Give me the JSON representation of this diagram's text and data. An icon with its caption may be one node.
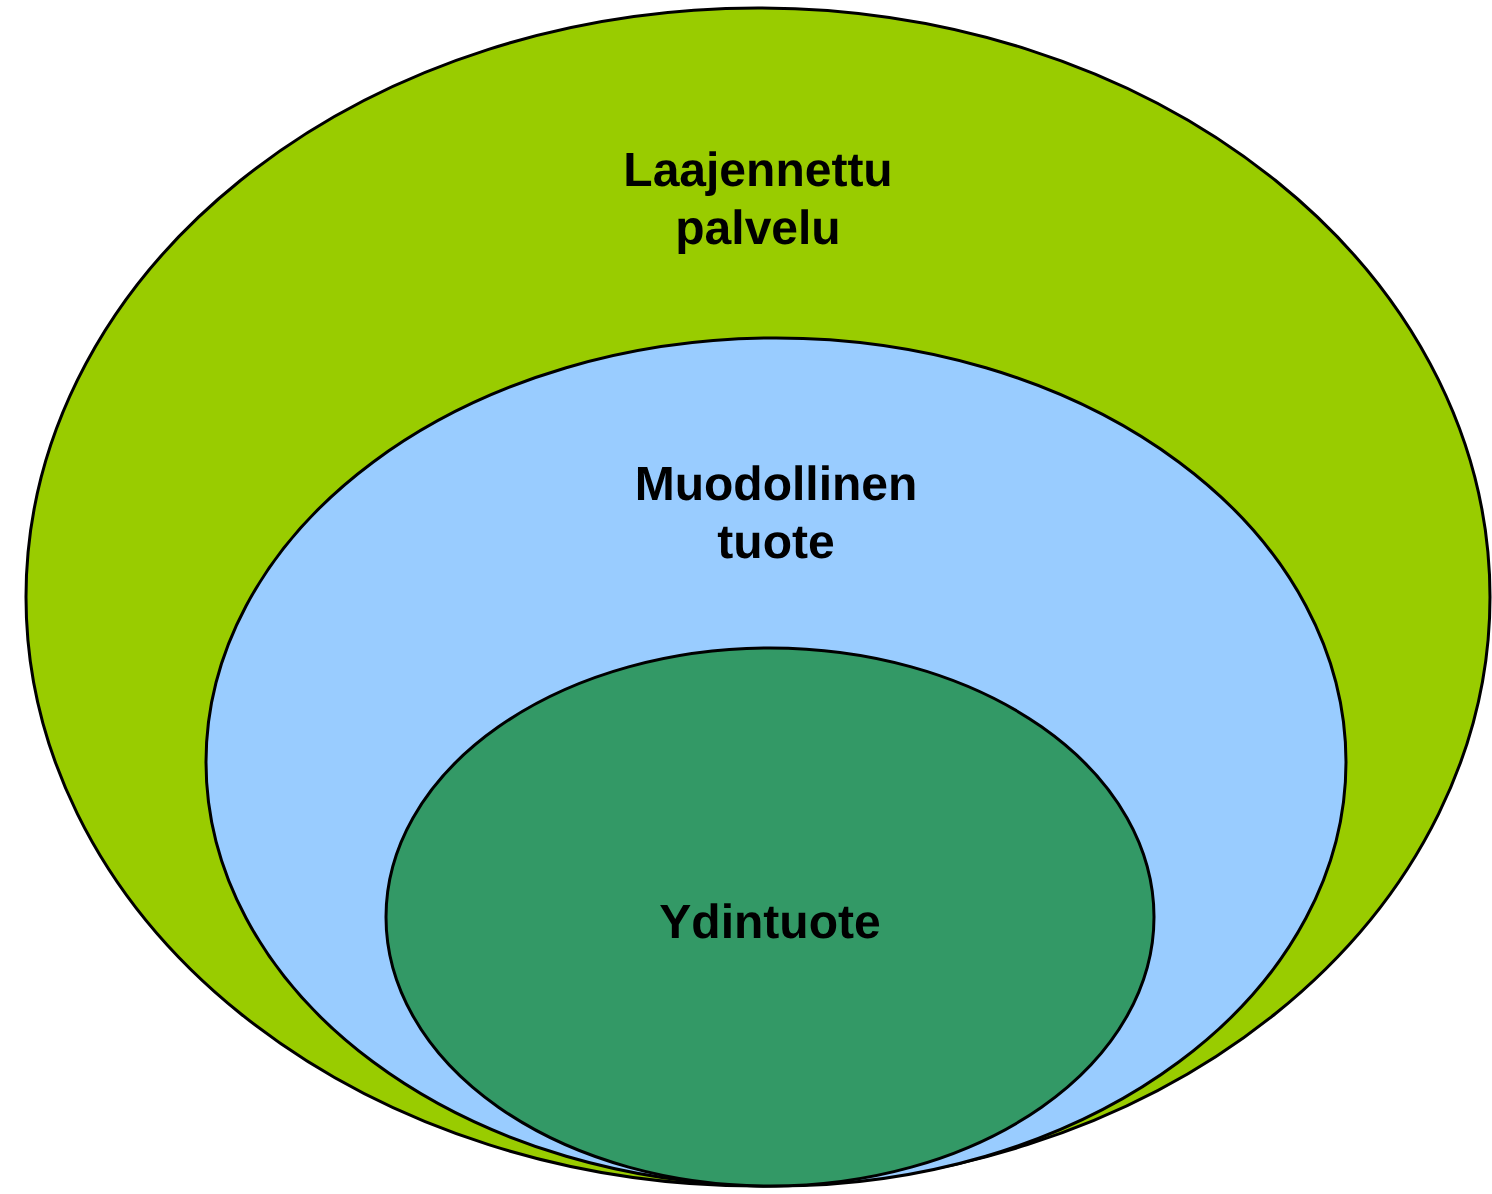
{
  "diagram": {
    "nodes": [
      {
        "text": [
          "Laajennettu palvelu"
        ]
      },
      {
        "text": [
          "Muodollinen tuote"
        ],
        "in": 0
      },
      {
        "text": [
          "Ydintuote"
        ],
        "in": 1
      }
    ]
  }
}
